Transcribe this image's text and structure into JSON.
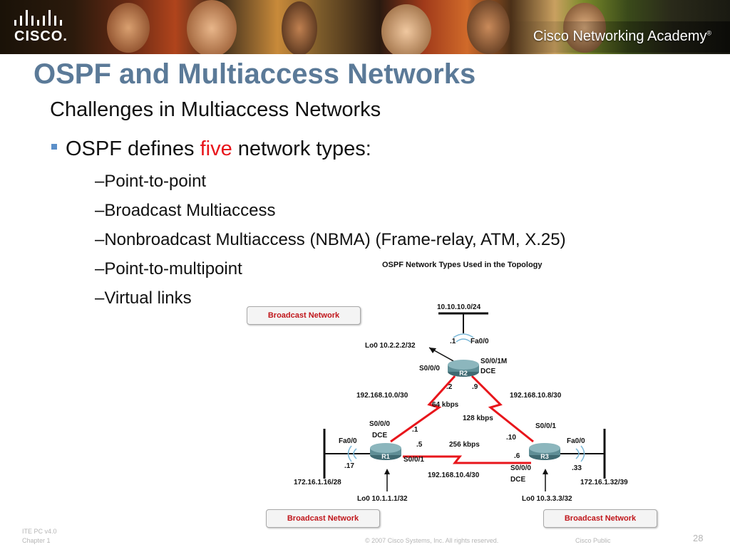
{
  "header": {
    "logo_text": "CISCO.",
    "academy_text": "Cisco Networking Academy",
    "academy_mark": "®"
  },
  "slide": {
    "title": "OSPF and Multiaccess Networks",
    "subtitle": "Challenges in Multiaccess Networks",
    "bullet": {
      "prefix": "OSPF defines ",
      "highlight": "five",
      "suffix": " network types:",
      "highlight_color": "#e8151b"
    },
    "sub_bullets": [
      "–Point-to-point",
      "–Broadcast Multiaccess",
      "–Nonbroadcast Multiaccess (NBMA) (Frame-relay, ATM, X.25)",
      "–Point-to-multipoint",
      "–Virtual links"
    ]
  },
  "figure": {
    "caption": "OSPF Network Types Used in the Topology",
    "broadcast_label": "Broadcast Network",
    "routers": {
      "r1": "R1",
      "r2": "R2",
      "r3": "R3"
    },
    "labels": {
      "lan_top": "10.10.10.0/24",
      "r2_fa": "Fa0/0",
      "r2_fa_host": ".1",
      "r2_lo": "Lo0 10.2.2.2/32",
      "r2_s000": "S0/0/0",
      "r2_s001": "S0/0/1M",
      "r2_dce": "DCE",
      "r2_dot2": ".2",
      "r2_dot9": ".9",
      "net_left": "192.168.10.0/30",
      "net_right": "192.168.10.8/30",
      "speed_left": "64 kbps",
      "speed_right": "128 kbps",
      "speed_bottom": "256 kbps",
      "r1_s000": "S0/0/0",
      "r1_dce": "DCE",
      "r1_dot1": ".1",
      "r1_dot5": ".5",
      "r1_fa": "Fa0/0",
      "r1_dot17": ".17",
      "r1_s001": "S0/0/1",
      "r1_lan": "172.16.1.16/28",
      "r1_lo": "Lo0 10.1.1.1/32",
      "r3_s001": "S0/0/1",
      "r3_dot10": ".10",
      "r3_dot6": ".6",
      "r3_fa": "Fa0/0",
      "r3_dot33": ".33",
      "r3_s000": "S0/0/0",
      "r3_dce": "DCE",
      "r3_lan": "172.16.1.32/39",
      "r3_lo": "Lo0 10.3.3.3/32",
      "net_bottom": "192.168.10.4/30"
    }
  },
  "footer": {
    "course": "ITE PC v4.0",
    "chapter": "Chapter 1",
    "copyright": "© 2007 Cisco Systems, Inc. All rights reserved.",
    "classification": "Cisco Public",
    "page": "28"
  },
  "colors": {
    "title": "#5b7a98",
    "link_red": "#e8151b",
    "router": "#5f8e96"
  }
}
